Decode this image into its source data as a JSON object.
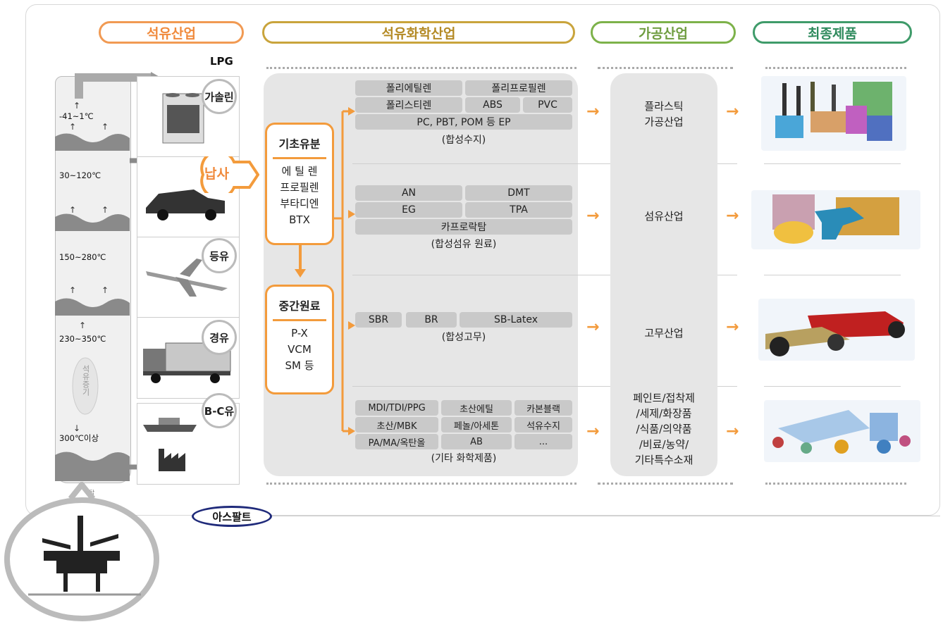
{
  "headers": {
    "petroleum": "석유산업",
    "petrochemical": "석유화학산업",
    "processing": "가공산업",
    "final": "최종제품"
  },
  "tower": {
    "temps": [
      "-41~1℃",
      "30~120℃",
      "150~280℃",
      "230~350℃",
      "300℃이상"
    ],
    "vapor_label": "석유증기",
    "base_label": "증류탑"
  },
  "products": {
    "lpg": "LPG",
    "gasoline": "가솔린",
    "naphtha": "납사",
    "kerosene": "등유",
    "diesel": "경유",
    "bc_oil": "B-C유",
    "asphalt": "아스팔트"
  },
  "basic": {
    "title": "기초유분",
    "items": [
      "에 틸 렌",
      "프로필렌",
      "부타디엔",
      "BTX"
    ]
  },
  "intermediate": {
    "title": "중간원료",
    "items": [
      "P-X",
      "VCM",
      "SM 등"
    ]
  },
  "groups": {
    "resin": {
      "chips": [
        "폴리에틸렌",
        "폴리프로필렌",
        "폴리스티렌",
        "ABS",
        "PVC",
        "PC, PBT, POM 등 EP"
      ],
      "caption": "(합성수지)"
    },
    "fiber": {
      "chips": [
        "AN",
        "DMT",
        "EG",
        "TPA",
        "카프로락탐"
      ],
      "caption": "(합성섬유 원료)"
    },
    "rubber": {
      "chips": [
        "SBR",
        "BR",
        "SB-Latex"
      ],
      "caption": "(합성고무)"
    },
    "other": {
      "chips": [
        "MDI/TDI/PPG",
        "초산에틸",
        "카본블랙",
        "초산/MBK",
        "페놀/아세톤",
        "석유수지",
        "PA/MA/옥탄올",
        "AB",
        "..."
      ],
      "caption": "(기타 화학제품)"
    }
  },
  "processing": {
    "plastic": [
      "플라스틱",
      "가공산업"
    ],
    "fiber": "섬유산업",
    "rubber": "고무산업",
    "other": [
      "페인트/접착제",
      "/세제/화장품",
      "/식품/의약품",
      "/비료/농약/",
      "기타특수소재"
    ]
  },
  "colors": {
    "orange": "#f39b3c",
    "olive": "#c9a43c",
    "green": "#7db24a",
    "teal": "#3f9b6a",
    "navy": "#1f2a7a"
  }
}
